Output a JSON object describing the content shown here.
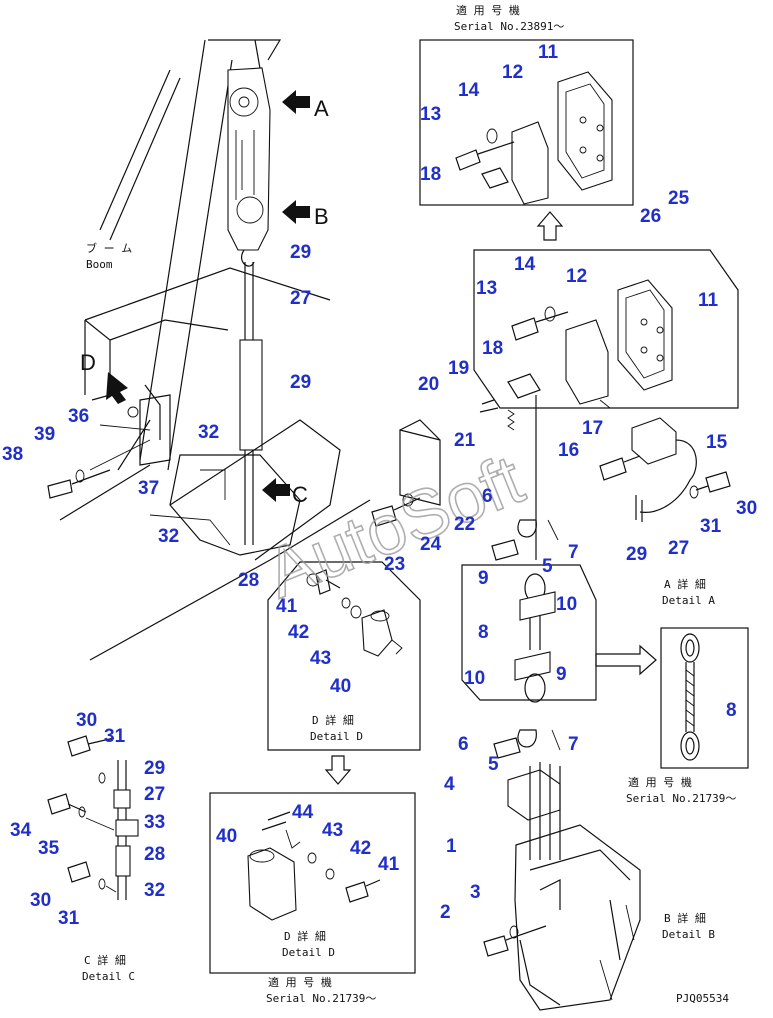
{
  "parts": {
    "p1": "1",
    "p2": "2",
    "p3": "3",
    "p4": "4",
    "p5a": "5",
    "p5b": "5",
    "p6a": "6",
    "p6b": "6",
    "p7a": "7",
    "p7b": "7",
    "p8a": "8",
    "p8b": "8",
    "p9a": "9",
    "p9b": "9",
    "p10a": "10",
    "p10b": "10",
    "p11a": "11",
    "p11b": "11",
    "p12a": "12",
    "p12b": "12",
    "p13a": "13",
    "p13b": "13",
    "p14a": "14",
    "p14b": "14",
    "p15": "15",
    "p16": "16",
    "p17": "17",
    "p18a": "18",
    "p18b": "18",
    "p19": "19",
    "p20": "20",
    "p21": "21",
    "p22": "22",
    "p23": "23",
    "p24": "24",
    "p25": "25",
    "p26": "26",
    "p27a": "27",
    "p27b": "27",
    "p27c": "27",
    "p28a": "28",
    "p28b": "28",
    "p29a": "29",
    "p29b": "29",
    "p29c": "29",
    "p29d": "29",
    "p30a": "30",
    "p30b": "30",
    "p30c": "30",
    "p31a": "31",
    "p31b": "31",
    "p31c": "31",
    "p32a": "32",
    "p32b": "32",
    "p32c": "32",
    "p33": "33",
    "p34": "34",
    "p35": "35",
    "p36": "36",
    "p37": "37",
    "p38": "38",
    "p39": "39",
    "p40a": "40",
    "p40b": "40",
    "p41a": "41",
    "p41b": "41",
    "p42a": "42",
    "p42b": "42",
    "p43a": "43",
    "p43b": "43",
    "p44": "44"
  },
  "callouts": {
    "a": "A",
    "b": "B",
    "c": "C",
    "d": "D"
  },
  "captions": {
    "serial_top_jp": "適 用 号 機",
    "serial_top": "Serial No.23891～",
    "boom_jp": "ブ ー ム",
    "boom": "Boom",
    "detail_a_jp": "A 詳 細",
    "detail_a": "Detail A",
    "detail_b_jp": "B 詳 細",
    "detail_b": "Detail B",
    "detail_c_jp": "C 詳 細",
    "detail_c": "Detail C",
    "detail_d1_jp": "D 詳 細",
    "detail_d1": "Detail D",
    "detail_d2_jp": "D 詳 細",
    "detail_d2": "Detail D",
    "serial_right_jp": "適 用 号 機",
    "serial_right": "Serial No.21739～",
    "serial_bottom_jp": "適 用 号 機",
    "serial_bottom": "Serial No.21739～",
    "drawing_no": "PJQ05534"
  },
  "watermark": "AutoSoft",
  "colors": {
    "label": "#1f2fc8",
    "line": "#111111",
    "watermark": "#9a9a9a"
  }
}
